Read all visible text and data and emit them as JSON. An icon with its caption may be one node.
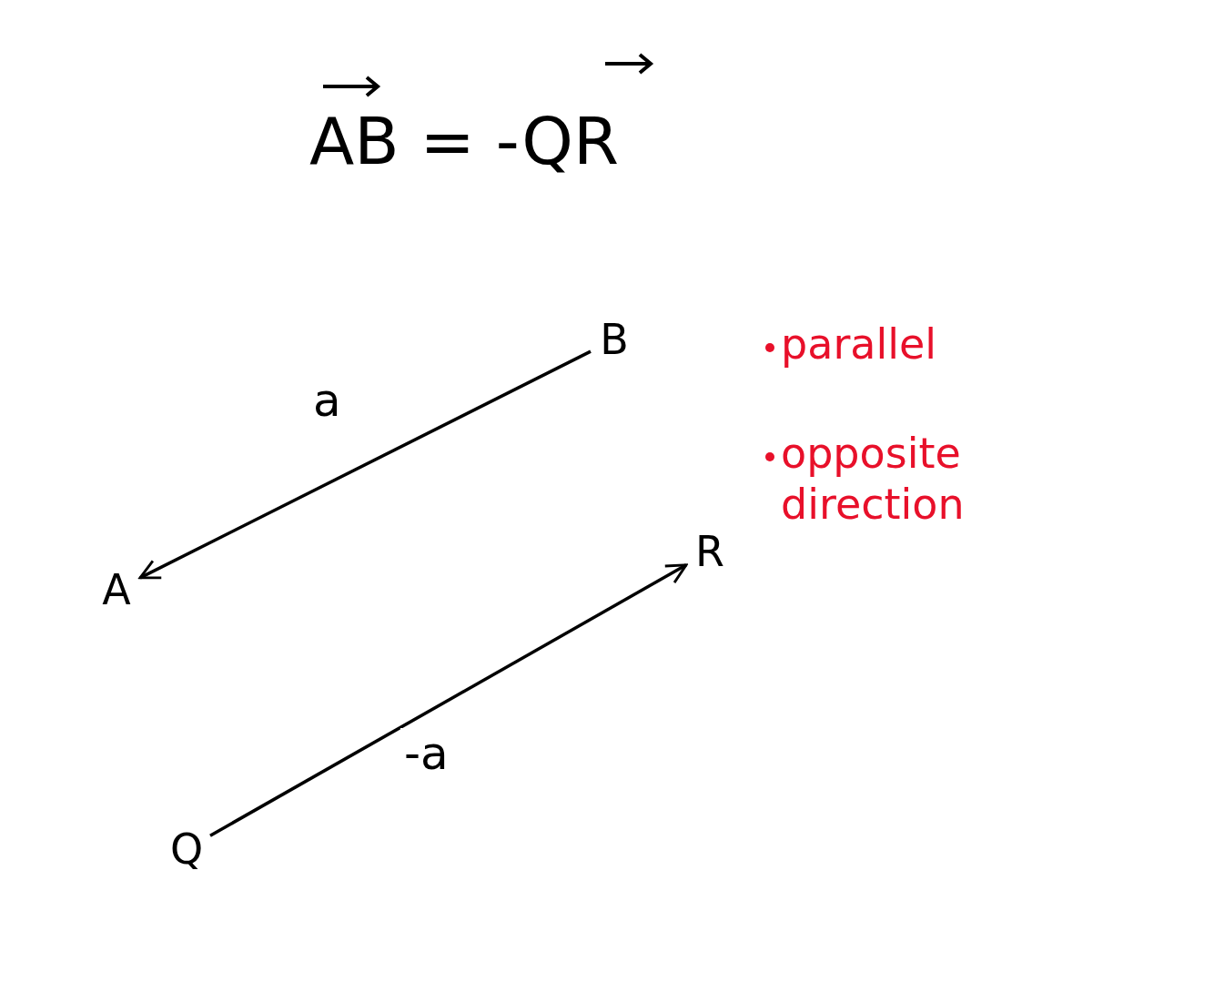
{
  "diagram": {
    "title": "AB = -QR",
    "nodes": [
      {
        "text": [
          "B"
        ]
      },
      {
        "text": [
          "A"
        ]
      },
      {
        "text": [
          "R"
        ]
      },
      {
        "text": [
          "Q"
        ]
      }
    ],
    "edges": [
      {
        "from": 0,
        "to": 1,
        "arrow": "to",
        "label": "a"
      },
      {
        "from": 3,
        "to": 2,
        "arrow": "to",
        "label": "-a"
      }
    ],
    "labels": [
      "parallel",
      "opposite direction"
    ]
  }
}
